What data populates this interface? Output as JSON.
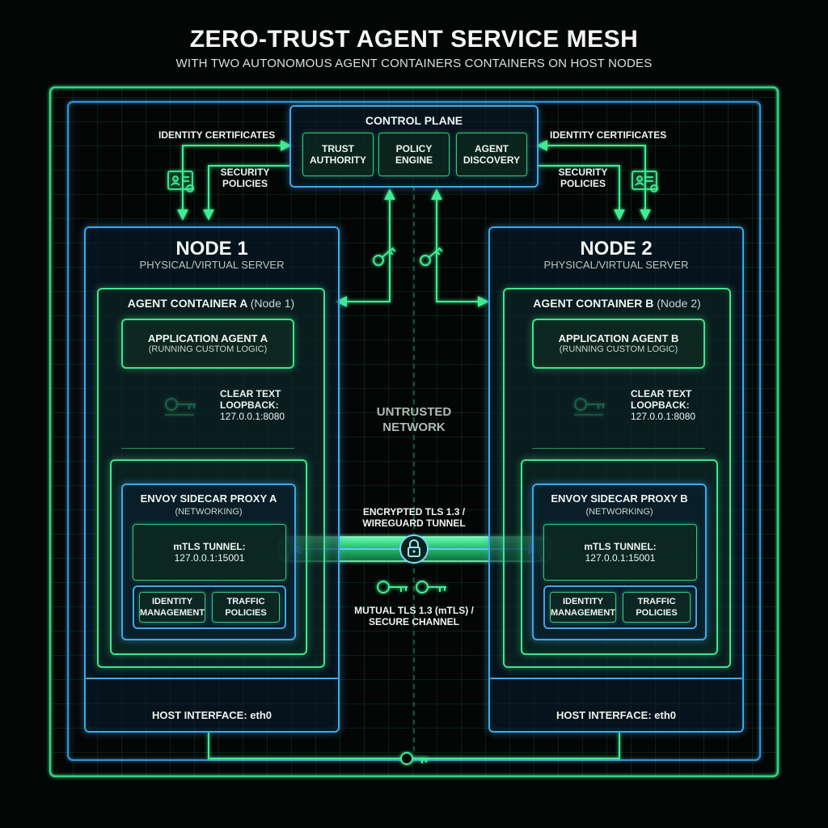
{
  "header": {
    "title": "ZERO-TRUST AGENT SERVICE MESH",
    "subtitle": "WITH TWO AUTONOMOUS AGENT CONTAINERS CONTAINERS ON HOST NODES"
  },
  "control_plane": {
    "title": "CONTROL PLANE",
    "modules": [
      {
        "line1": "TRUST",
        "line2": "AUTHORITY"
      },
      {
        "line1": "POLICY",
        "line2": "ENGINE"
      },
      {
        "line1": "AGENT",
        "line2": "DISCOVERY"
      }
    ]
  },
  "side_labels": {
    "identity_certificates": "IDENTITY CERTIFICATES",
    "security_policies_line1": "SECURITY",
    "security_policies_line2": "POLICIES"
  },
  "nodes": [
    {
      "title": "NODE 1",
      "subtitle": "PHYSICAL/VIRTUAL SERVER",
      "container_title": "AGENT CONTAINER A",
      "container_suffix": "(Node 1)",
      "app_title": "APPLICATION AGENT A",
      "app_sub": "(RUNNING CUSTOM LOGIC)",
      "loopback_line1": "CLEAR TEXT",
      "loopback_line2": "LOOPBACK:",
      "loopback_line3": "127.0.0.1:8080",
      "proxy_title": "ENVOY SIDECAR PROXY A",
      "proxy_sub": "(NETWORKING)",
      "mtls_line1": "mTLS TUNNEL:",
      "mtls_line2": "127.0.0.1:15001",
      "identity_line1": "IDENTITY",
      "identity_line2": "MANAGEMENT",
      "traffic_line1": "TRAFFIC",
      "traffic_line2": "POLICIES",
      "host_interface": "HOST INTERFACE: eth0"
    },
    {
      "title": "NODE 2",
      "subtitle": "PHYSICAL/VIRTUAL SERVER",
      "container_title": "AGENT CONTAINER B",
      "container_suffix": "(Node 2)",
      "app_title": "APPLICATION AGENT B",
      "app_sub": "(RUNNING CUSTOM LOGIC)",
      "loopback_line1": "CLEAR TEXT",
      "loopback_line2": "LOOPBACK:",
      "loopback_line3": "127.0.0.1:8080",
      "proxy_title": "ENVOY SIDECAR PROXY B",
      "proxy_sub": "(NETWORKING)",
      "mtls_line1": "mTLS TUNNEL:",
      "mtls_line2": "127.0.0.1:15001",
      "identity_line1": "IDENTITY",
      "identity_line2": "MANAGEMENT",
      "traffic_line1": "TRAFFIC",
      "traffic_line2": "POLICIES",
      "host_interface": "HOST INTERFACE: eth0"
    }
  ],
  "network": {
    "untrusted_line1": "UNTRUSTED",
    "untrusted_line2": "NETWORK",
    "tunnel_line1": "ENCRYPTED TLS 1.3 /",
    "tunnel_line2": "WIREGUARD TUNNEL",
    "mutual_line1": "MUTUAL TLS 1.3 (mTLS) /",
    "mutual_line2": "SECURE CHANNEL"
  },
  "colors": {
    "green": "#3ee58e",
    "blue": "#3fa7e8",
    "background": "#030605"
  },
  "icons": [
    "certificate-icon",
    "key-icon",
    "padlock-icon",
    "arrow-icon"
  ]
}
